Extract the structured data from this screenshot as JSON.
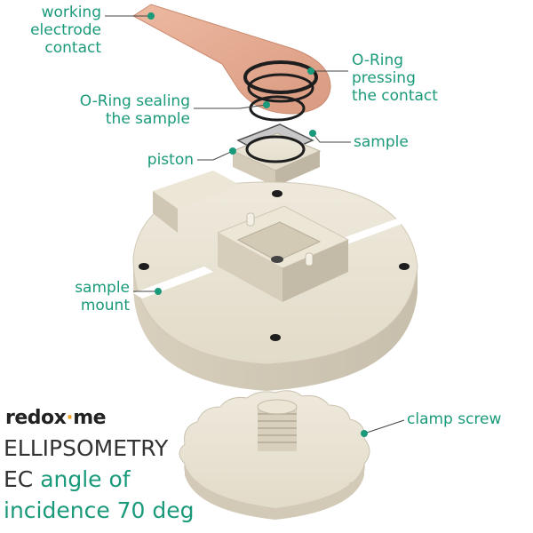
{
  "labels": {
    "working_electrode_contact": [
      "working",
      "electrode",
      "contact"
    ],
    "oring_pressing": [
      "O-Ring",
      "pressing",
      "the contact"
    ],
    "oring_sealing": [
      "O-Ring sealing",
      "the sample"
    ],
    "sample": "sample",
    "piston": "piston",
    "sample_mount": [
      "sample",
      "mount"
    ],
    "clamp_screw": "clamp screw"
  },
  "brand": {
    "name_prefix": "redox",
    "name_dot": "·",
    "name_suffix": "me"
  },
  "title": {
    "line1": "ELLIPSOMETRY",
    "line2_plain": "EC ",
    "line2_accent": "angle of",
    "line3": "incidence 70 deg"
  },
  "colors": {
    "accent": "#1a9a7a",
    "copper": "#e2a98f",
    "beige": "#e7e1d2",
    "beige_dark": "#c9c1ae",
    "brand_dot": "#f0a020"
  }
}
